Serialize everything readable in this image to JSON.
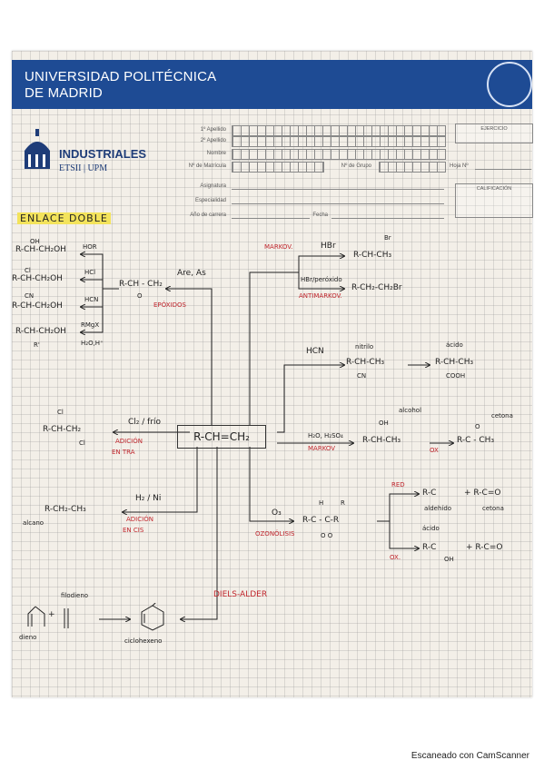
{
  "header": {
    "university_line1": "UNIVERSIDAD POLITÉCNICA",
    "university_line2": "DE MADRID",
    "school": "INDUSTRIALES",
    "school_sub": "ETSII | UPM"
  },
  "form": {
    "apellido1": "1º Apellido",
    "apellido2": "2º Apellido",
    "nombre": "Nombre",
    "matricula": "Nº de Matrícula",
    "grupo": "Nº de Grupo",
    "asignatura": "Asignatura",
    "especialidad": "Especialidad",
    "ano": "Año de carrera",
    "fecha": "Fecha",
    "ejercicio": "EJERCICIO",
    "hoja": "Hoja Nº",
    "calificacion": "CALIFICACIÓN"
  },
  "notes": {
    "title": "ENLACE DOBLE",
    "center": "R-CH=CH₂",
    "left_top": {
      "p1": "OH",
      "p1b": "R-CH-CH₂OH",
      "r1": "HOR",
      "p2": "Cl",
      "p2b": "R-CH-CH₂OH",
      "r2": "HCl",
      "p3": "CN",
      "p3b": "R-CH-CH₂OH",
      "r3": "HCN",
      "p4": "R-CH-CH₂OH",
      "p4b": "R'",
      "r4": "RMgX",
      "r4b": "H₂O,H⁺",
      "epox": "R-CH - CH₂",
      "epox_o": "O",
      "epox_reag": "Are, As",
      "epox_label": "EPÓXIDOS"
    },
    "halo": {
      "cl1": "Cl",
      "main": "R-CH-CH₂",
      "cl2": "Cl",
      "reag": "Cl₂ / frío",
      "label1": "ADICIÓN",
      "label2": "EN TRA"
    },
    "hydro": {
      "product": "R-CH₂-CH₃",
      "name": "alcano",
      "reag": "H₂ / Ni",
      "label1": "ADICIÓN",
      "label2": "EN CIS"
    },
    "diels": {
      "label": "DIELS-ALDER",
      "dieno": "dieno",
      "plus": "+",
      "filo": "filodieno",
      "product": "ciclohexeno"
    },
    "markov": {
      "label": "MARKOV.",
      "reag": "HBr",
      "br": "Br",
      "product": "R-CH-CH₃",
      "anti_reag": "HBr/peróxido",
      "anti_product": "R-CH₂-CH₂Br",
      "anti_label": "ANTIMARKOV."
    },
    "hcn": {
      "reag": "HCN",
      "nitrilo": "nitrilo",
      "product": "R-CH-CH₃",
      "cn": "CN",
      "acido": "ácido",
      "acid_product": "R-CH-CH₃",
      "cooh": "COOH"
    },
    "hydration": {
      "reag": "H₂O, H₂SO₄",
      "markov": "MARKOV",
      "alcohol": "alcohol",
      "oh": "OH",
      "product": "R-CH-CH₃",
      "ox": "OX",
      "cetona": "cetona",
      "ketone": "R-C - CH₃",
      "o": "O"
    },
    "ozono": {
      "reag": "O₃",
      "label": "OZONÓLISIS",
      "h": "H",
      "r": "R",
      "product": "R-C - C-R",
      "oo": "O  O",
      "red": "RED",
      "ald": "R-C",
      "ald_name": "aldehído",
      "plus1": "+ R-C=O",
      "cet": "cetona",
      "ox": "OX.",
      "acido": "ácido",
      "acid": "R-C",
      "oh": "OH",
      "plus2": "+ R-C=O"
    }
  },
  "footer": "Escaneado con CamScanner"
}
